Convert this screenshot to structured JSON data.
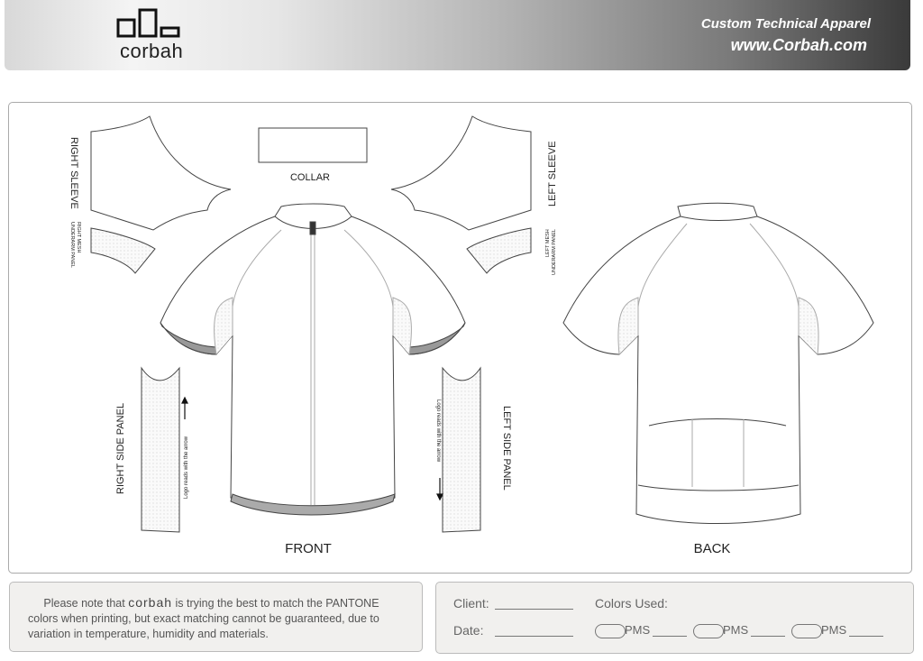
{
  "header": {
    "logo": "corbah",
    "tagline": "Custom Technical Apparel",
    "website": "www.Corbah.com"
  },
  "template": {
    "labels": {
      "collar": "COLLAR",
      "right_sleeve": "RIGHT SLEEVE",
      "left_sleeve": "LEFT SLEEVE",
      "right_mesh": [
        "RIGHT MESH",
        "UNDERARM PANEL"
      ],
      "left_mesh": [
        "LEFT MESH",
        "UNDERARM PANEL"
      ],
      "right_side_panel": "RIGHT SIDE PANEL",
      "left_side_panel": "LEFT SIDE PANEL",
      "logo_arrow_note": "Logo reads with the arrow",
      "front": "FRONT",
      "back": "BACK"
    }
  },
  "note": {
    "prefix": "Please note that",
    "brand": "corbah",
    "text": "is trying the best to match the PANTONE colors when printing, but exact matching cannot be guaranteed, due to variation in temperature, humidity and materials."
  },
  "form": {
    "client_label": "Client:",
    "date_label": "Date:",
    "colors_label": "Colors Used:",
    "pms_label": "PMS"
  }
}
